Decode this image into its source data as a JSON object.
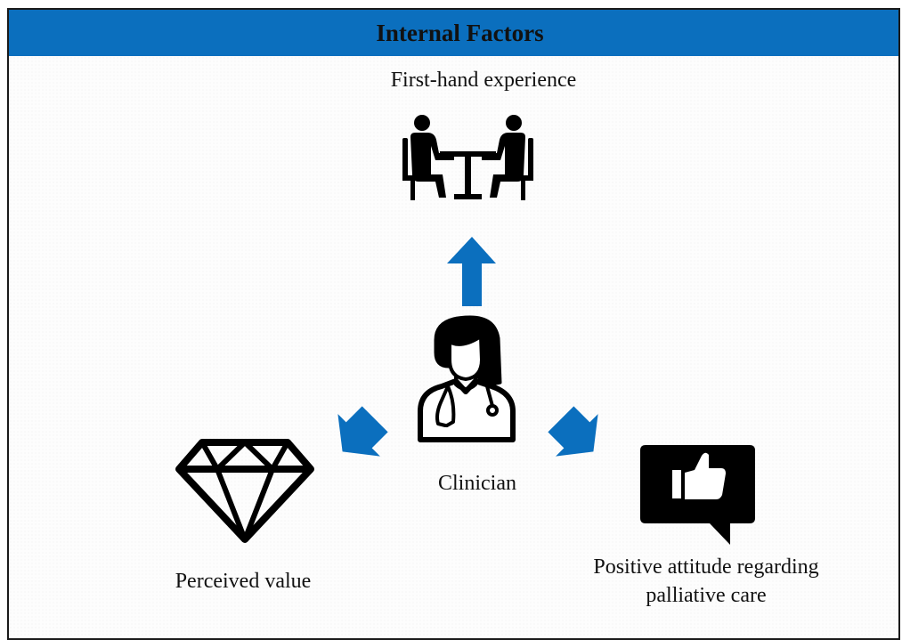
{
  "title": "Internal Factors",
  "nodes": {
    "center": {
      "label": "Clinician",
      "icon": "clinician-icon"
    },
    "top": {
      "label": "First-hand experience",
      "icon": "meeting-table-icon"
    },
    "left": {
      "label": "Perceived value",
      "icon": "diamond-icon"
    },
    "right": {
      "label_line1": "Positive attitude regarding",
      "label_line2": "palliative care",
      "icon": "thumbs-up-speech-bubble-icon"
    }
  },
  "colors": {
    "header": "#0b6fbe",
    "arrow": "#0b6fbe",
    "icon": "#000000",
    "text": "#111111"
  }
}
